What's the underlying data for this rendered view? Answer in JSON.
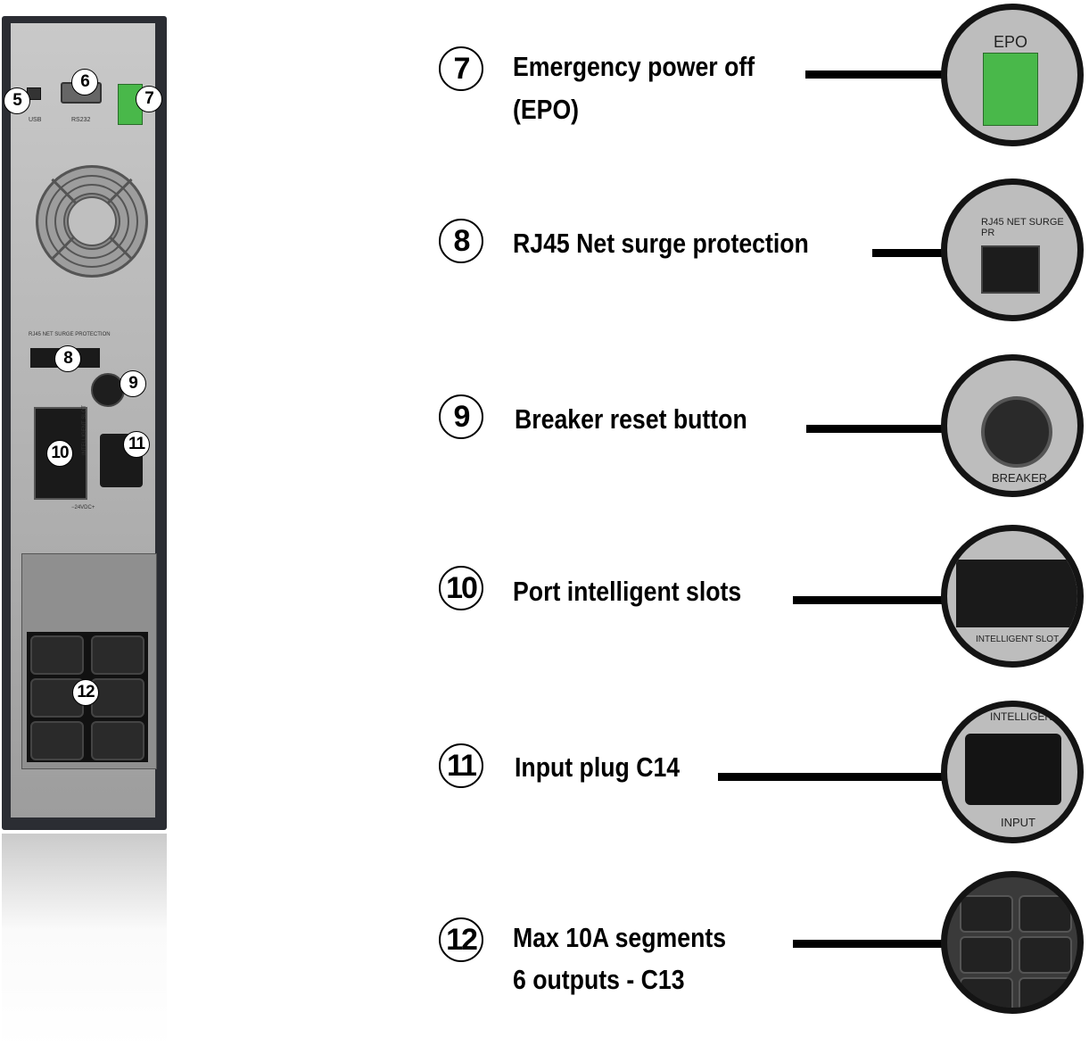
{
  "device_markers": {
    "usb": "5",
    "rs232": "6",
    "epo": "7",
    "rj45": "8",
    "breaker": "9",
    "slot": "10",
    "input": "11",
    "outputs": "12"
  },
  "device_port_labels": {
    "usb": "USB",
    "rs232": "RS232",
    "rj45": "RJ45 NET SURGE PROTECTION",
    "slot": "INTELLIGENT SLOT",
    "dc": "−24VDC+"
  },
  "callouts": [
    {
      "number": "7",
      "line1": "Emergency power off",
      "line2": "(EPO)",
      "photo_label": "EPO"
    },
    {
      "number": "8",
      "line1": "RJ45 Net surge protection",
      "line2": "",
      "photo_label": "RJ45 NET SURGE PR"
    },
    {
      "number": "9",
      "line1": "Breaker reset button",
      "line2": "",
      "photo_label": "BREAKER"
    },
    {
      "number": "10",
      "line1": "Port intelligent slots",
      "line2": "",
      "photo_label": "INTELLIGENT SLOT"
    },
    {
      "number": "11",
      "line1": "Input plug C14",
      "line2": "",
      "photo_label": "INPUT"
    },
    {
      "number": "12",
      "line1": "Max 10A segments",
      "line2": "6 outputs - C13",
      "photo_label": ""
    }
  ],
  "photo_top_labels": {
    "input_top": "INTELLIGENT"
  },
  "colors": {
    "epo_green": "#49b84a",
    "ink": "#000000",
    "panel": "#b4b4b4"
  }
}
